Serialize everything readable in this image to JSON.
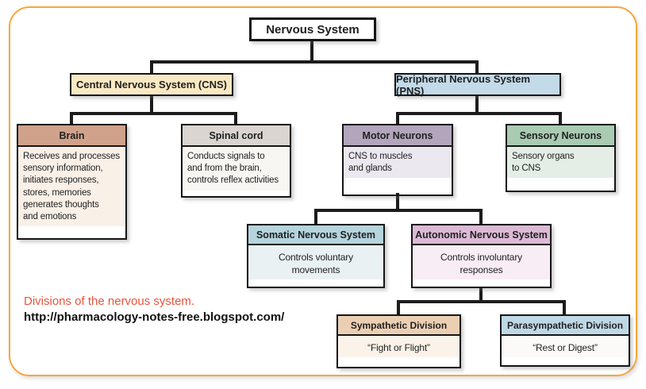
{
  "diagram_title": "Nervous System",
  "root": {
    "label": "Nervous System"
  },
  "level1": {
    "cns": {
      "label": "Central Nervous System (CNS)"
    },
    "pns": {
      "label": "Peripheral Nervous System (PNS)"
    }
  },
  "nodes": {
    "brain": {
      "title": "Brain",
      "body": "Receives and processes\nsensory information,\ninitiates responses,\nstores, memories\ngenerates thoughts\nand emotions"
    },
    "spinal_cord": {
      "title": "Spinal cord",
      "body": "Conducts signals to\nand from the brain,\ncontrols reflex activities"
    },
    "motor_neurons": {
      "title": "Motor Neurons",
      "body": "CNS to muscles\nand glands"
    },
    "sensory_neurons": {
      "title": "Sensory Neurons",
      "body": "Sensory organs\nto CNS"
    },
    "somatic": {
      "title": "Somatic Nervous System",
      "body": "Controls voluntary\nmovements"
    },
    "autonomic": {
      "title": "Autonomic Nervous System",
      "body": "Controls involuntary\nresponses"
    },
    "sympathetic": {
      "title": "Sympathetic Division",
      "body": "“Fight or Flight”"
    },
    "parasympathetic": {
      "title": "Parasympathetic Division",
      "body": "“Rest or Digest”"
    }
  },
  "caption": {
    "text": "Divisions of the nervous system.",
    "url": "http://pharmacology-notes-free.blogspot.com/"
  },
  "colors": {
    "frame_border": "#F6A73C",
    "connector_line": "#1c1c1c",
    "caption_text": "#E8533B",
    "cns_fill": "#F9E9C3",
    "pns_fill": "#C3DAE8",
    "brain_header": "#D0A28B",
    "spinal_header": "#DAD5D0",
    "motor_header": "#B2A5BC",
    "sensory_header": "#A9CBB2",
    "somatic_header": "#B5D4DC",
    "autonomic_header": "#DCBAD5",
    "sympathetic_header": "#EBCFB3",
    "parasympathetic_header": "#BFD8E6"
  }
}
